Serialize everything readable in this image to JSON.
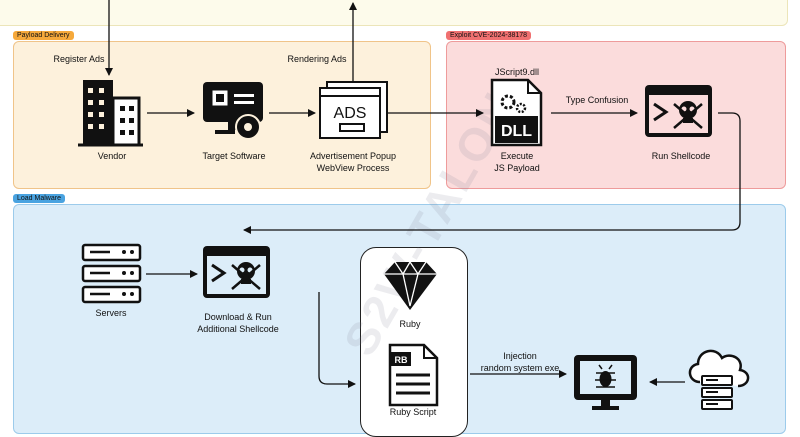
{
  "watermark": "S2W-TALON",
  "sections": {
    "payload_delivery": "Payload Delivery",
    "exploit": "Exploit CVE-2024-38178",
    "load_malware": "Load Malware"
  },
  "nodes": {
    "vendor": "Vendor",
    "target_software": "Target Software",
    "ads_line1": "Advertisement Popup",
    "ads_line2": "WebView Process",
    "ads_icon_text": "ADS",
    "jscript_dll": "JScript9.dll",
    "dll_icon_text": "DLL",
    "execute_line1": "Execute",
    "execute_line2": "JS Payload",
    "run_shellcode": "Run Shellcode",
    "servers": "Servers",
    "download_line1": "Download & Run",
    "download_line2": "Additional Shellcode",
    "ruby": "Ruby",
    "rb_icon_text": "RB",
    "ruby_script": "Ruby Script"
  },
  "edges": {
    "register_ads": "Register Ads",
    "rendering_ads": "Rendering Ads",
    "type_confusion": "Type Confusion",
    "injection_line1": "Injection",
    "injection_line2": "random system exe"
  },
  "colors": {
    "payload_bg": "#fdf1dc",
    "payload_border": "#f0c489",
    "payload_tag": "#f6a93b",
    "exploit_bg": "#fbdcdc",
    "exploit_border": "#ee9b9b",
    "exploit_tag": "#f07070",
    "load_bg": "#dcedf9",
    "load_border": "#9ccbeb",
    "load_tag": "#4aa3e0",
    "top_bg": "#fdfbeb",
    "top_border": "#ece5b9"
  }
}
